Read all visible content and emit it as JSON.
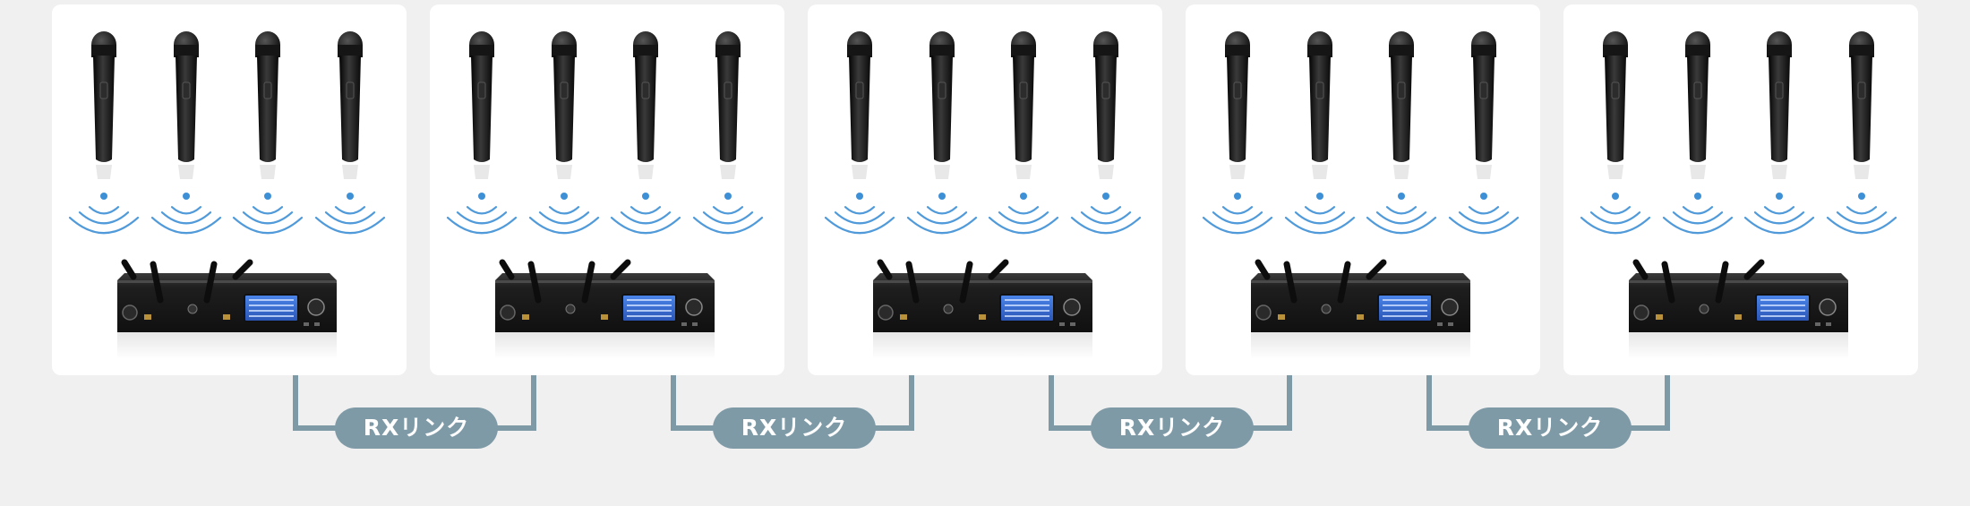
{
  "link_label": "RXリンク",
  "system_count": 5,
  "mics_per_system": 4,
  "colors": {
    "background": "#f0f0f0",
    "panel": "#ffffff",
    "link_line": "#7f9aa7",
    "link_badge": "#7f9aa7",
    "link_text": "#ffffff",
    "wave": "#3d8fd6",
    "mic_body": "#1a1a1a",
    "receiver_body": "#1c1c1c",
    "receiver_screen": "#3a6fd0"
  },
  "icons": [
    "handheld-microphone-icon",
    "wireless-signal-icon",
    "wireless-receiver-icon",
    "antenna-icon"
  ]
}
